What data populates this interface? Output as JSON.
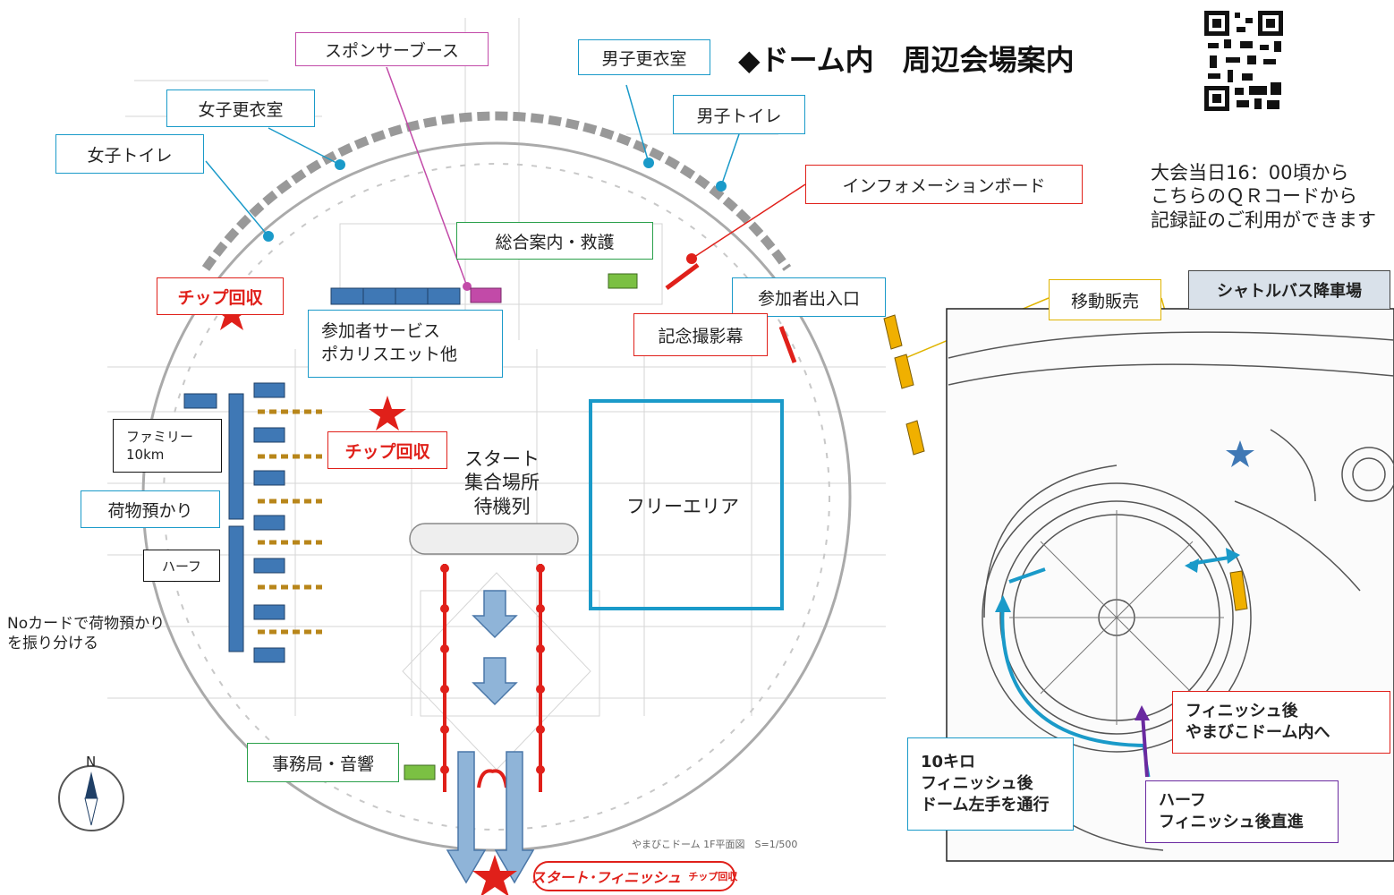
{
  "title": "◆ドーム内　周辺会場案内",
  "qr": {
    "line1": "大会当日16：00頃から",
    "line2": "こちらのＱＲコードから",
    "line3": "記録証のご利用ができます"
  },
  "labels": {
    "sponsor_booth": "スポンサーブース",
    "mens_locker": "男子更衣室",
    "womens_locker": "女子更衣室",
    "mens_toilet": "男子トイレ",
    "womens_toilet": "女子トイレ",
    "info_board": "インフォメーションボード",
    "general_info": "総合案内・救護",
    "chip_collection_1": "チップ回収",
    "chip_collection_2": "チップ回収",
    "participant_service_1": "参加者サービス",
    "participant_service_2": "ポカリスエット他",
    "participant_entrance": "参加者出入口",
    "commemorative_photo": "記念撮影幕",
    "mobile_sales": "移動販売",
    "shuttle_bus": "シャトルバス降車場",
    "family_1": "ファミリー",
    "family_2": "10km",
    "baggage": "荷物預かり",
    "half": "ハーフ",
    "baggage_note_1": "Noカードで荷物預かり",
    "baggage_note_2": "を振り分ける",
    "start_1": "スタート",
    "start_2": "集合場所",
    "start_3": "待機列",
    "free_area": "フリーエリア",
    "office_audio": "事務局・音響",
    "start_finish": "スタート･フィニッシュ",
    "start_finish_chip": "チップ回収",
    "compass_n": "N",
    "plan_caption": "やまびこドーム 1F平面図　S=1/500",
    "after_finish_1": "フィニッシュ後",
    "after_finish_2": "やまびこドーム内へ",
    "tenkm_1": "10キロ",
    "tenkm_2": "フィニッシュ後",
    "tenkm_3": "ドーム左手を通行",
    "half_1": "ハーフ",
    "half_2": "フィニッシュ後直進"
  },
  "colors": {
    "booth_blue": "#3f78b5",
    "chip_red": "#e0201a",
    "route_blue": "#1a9ac9",
    "vendor_gold": "#f0b000",
    "green_booth": "#7bc043",
    "pink_booth": "#c24aa8",
    "purple_route": "#6a2aa0"
  }
}
